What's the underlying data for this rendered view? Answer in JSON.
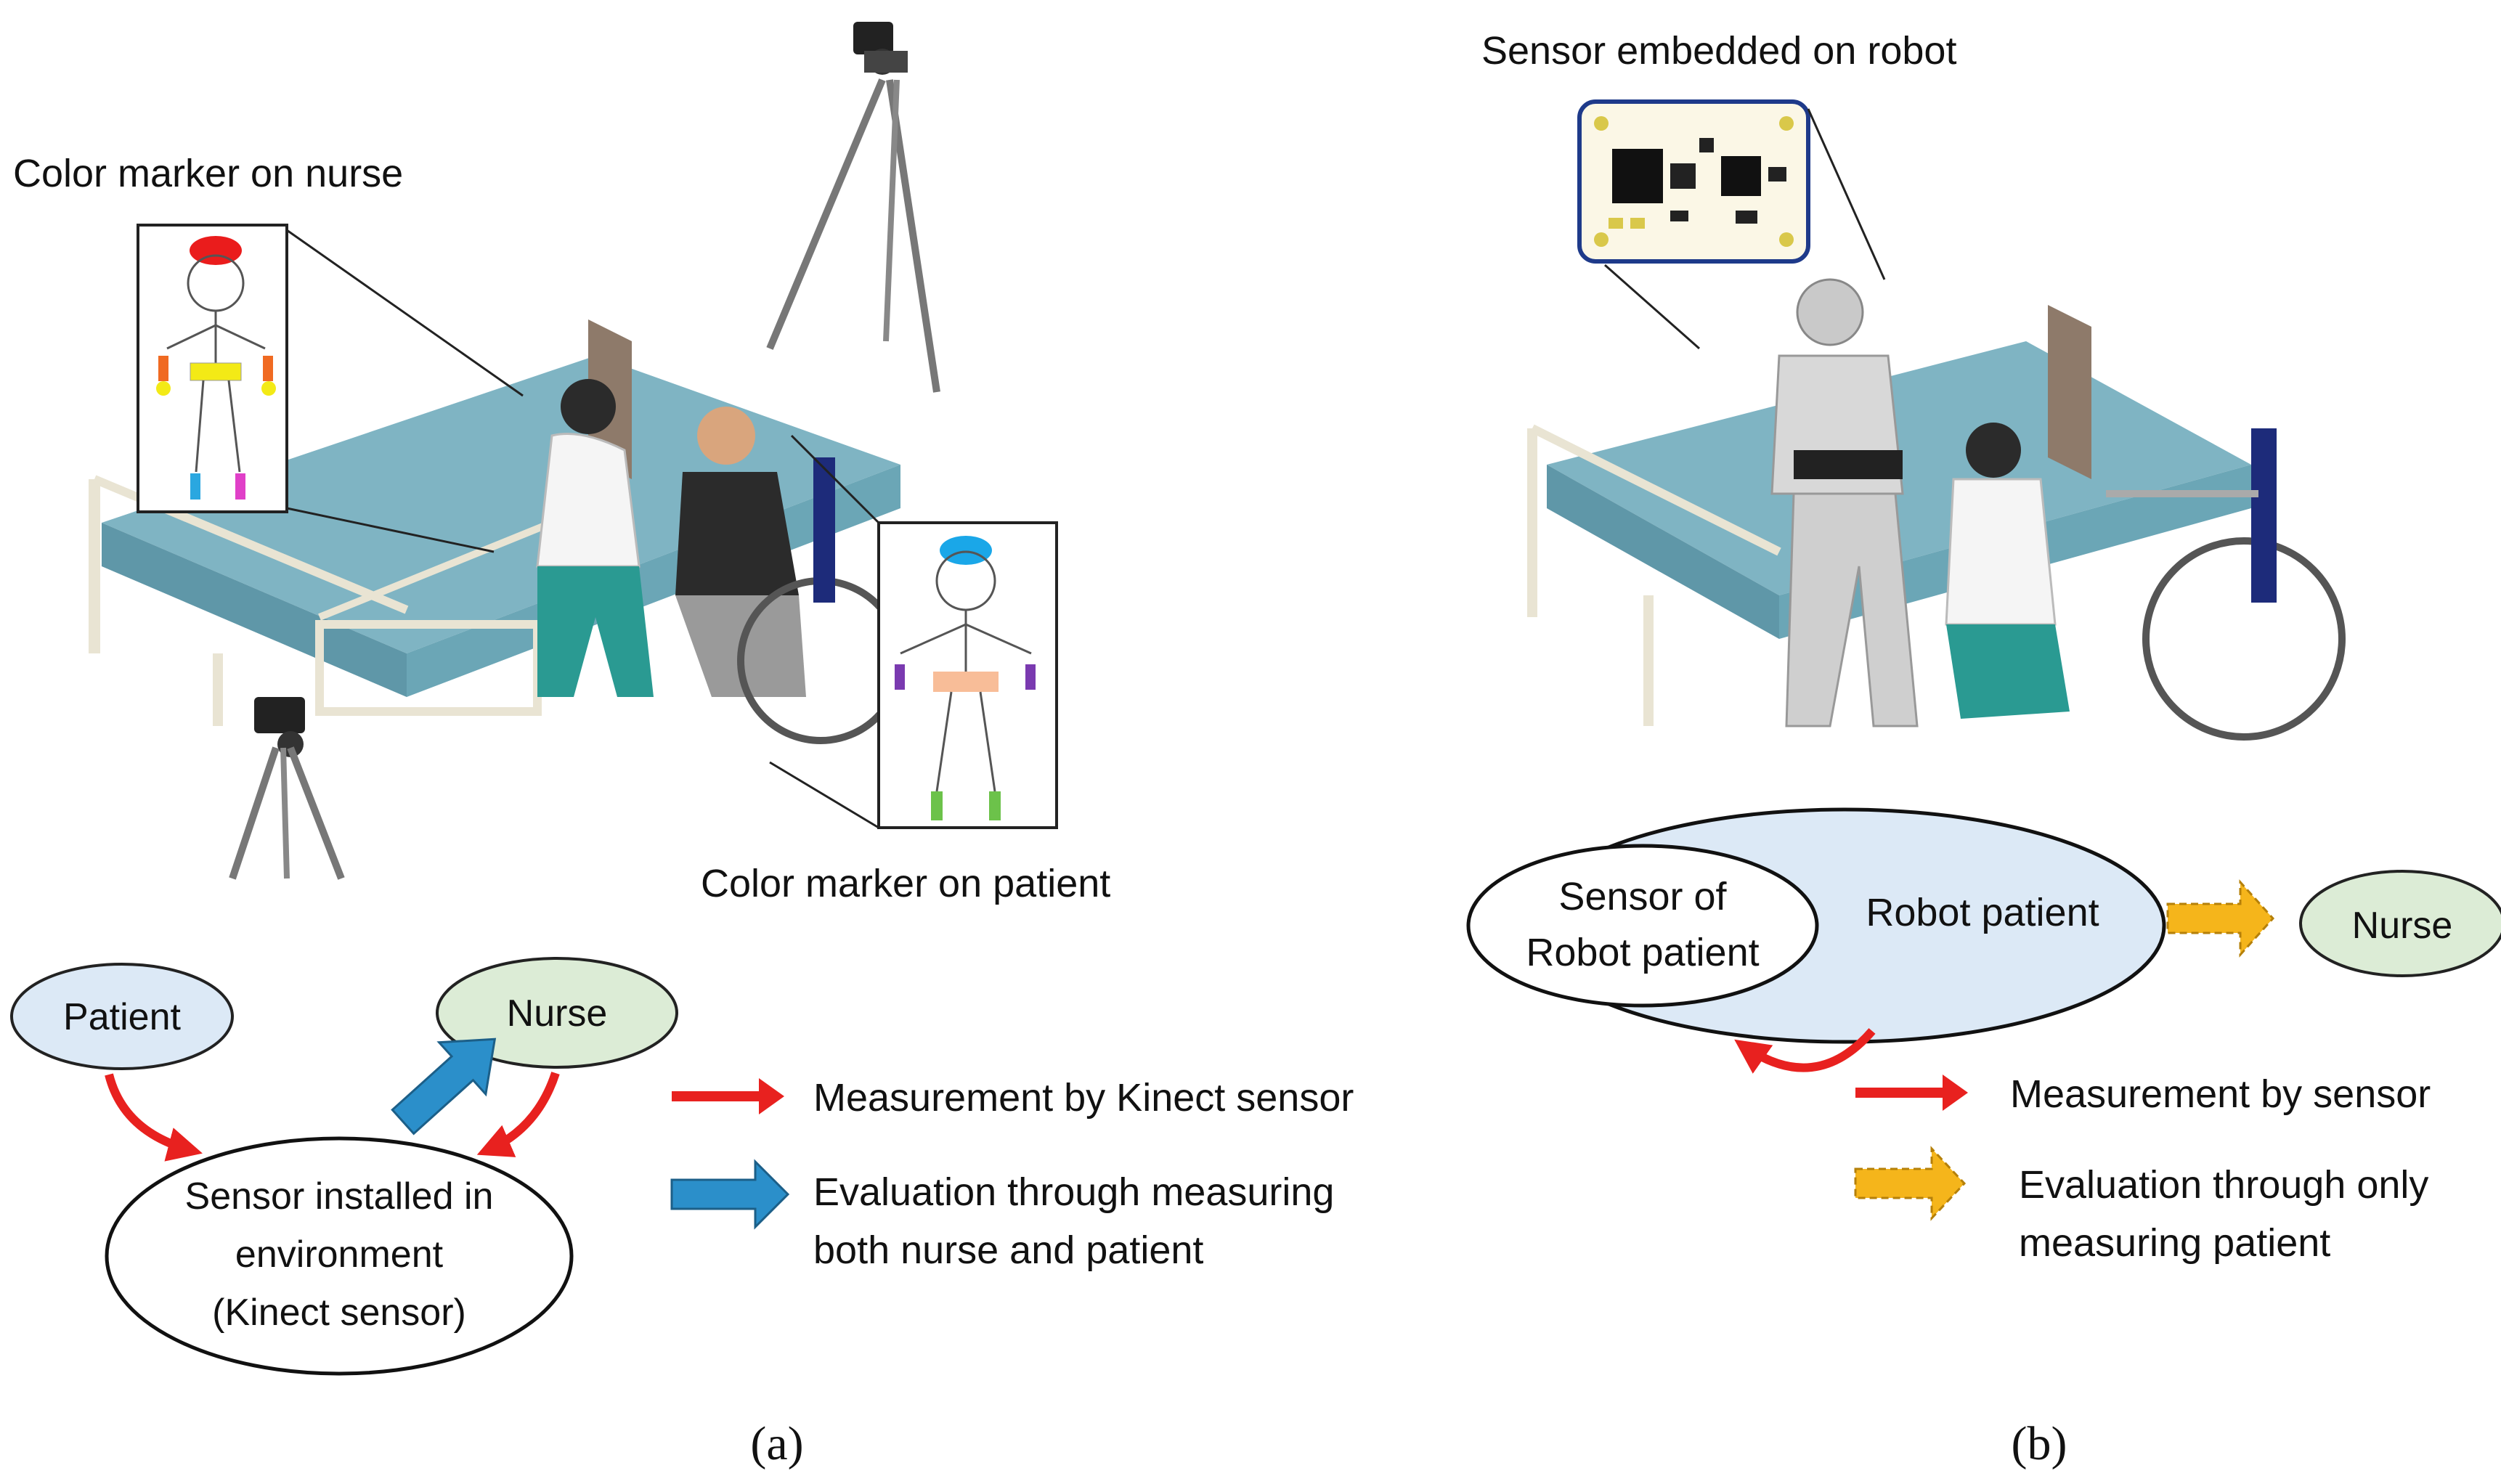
{
  "panel_a": {
    "label": "(a)",
    "nurse_marker_label": "Color marker on nurse",
    "patient_marker_label": "Color marker on patient",
    "node_patient": "Patient",
    "node_nurse": "Nurse",
    "node_sensor_line1": "Sensor installed in",
    "node_sensor_line2": "environment",
    "node_sensor_line3": "(Kinect sensor)",
    "legend_red": "Measurement by Kinect sensor",
    "legend_blue_line1": "Evaluation through measuring",
    "legend_blue_line2": "both nurse and patient"
  },
  "panel_b": {
    "label": "(b)",
    "sensor_title": "Sensor embedded on robot",
    "node_sensor_line1": "Sensor of",
    "node_sensor_line2": "Robot patient",
    "node_robot": "Robot patient",
    "node_nurse": "Nurse",
    "legend_red": "Measurement by sensor",
    "legend_orange_line1": "Evaluation through only",
    "legend_orange_line2": "measuring patient"
  },
  "colors": {
    "patient_fill": "#dce9f6",
    "nurse_fill": "#dcecd6",
    "red_arrow": "#e8211f",
    "blue_arrow": "#2b8fca",
    "orange_arrow": "#f5b51b",
    "marker_red": "#ea1c1c",
    "marker_orange": "#f06a22",
    "marker_yellow": "#f3ea16",
    "marker_cyan": "#2aa7e0",
    "marker_magenta": "#e040c8",
    "marker_blue": "#1aa7e8",
    "marker_purple": "#7a3ab0",
    "marker_peach": "#f8bd98",
    "marker_green": "#6cc24a"
  }
}
